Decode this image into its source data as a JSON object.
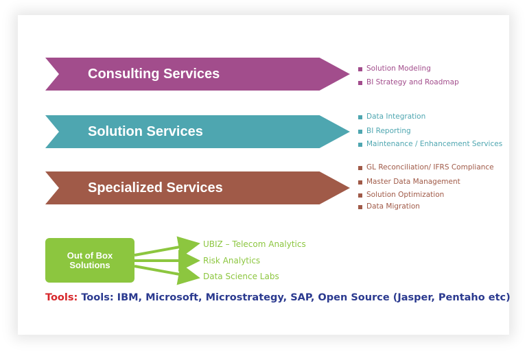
{
  "colors": {
    "consulting": "#a24d8c",
    "solution": "#4ea6b0",
    "specialized": "#a05a48",
    "out_of_box": "#8cc63f",
    "tools_prefix": "#d7262a",
    "tools_text": "#2b3a8f"
  },
  "services": [
    {
      "label": "Consulting Services",
      "items": [
        "Solution Modeling",
        "BI Strategy and Roadmap"
      ]
    },
    {
      "label": "Solution Services",
      "items": [
        "Data Integration",
        "BI Reporting",
        "Maintenance / Enhancement Services"
      ]
    },
    {
      "label": "Specialized Services",
      "items": [
        "GL Reconciliation/ IFRS Compliance",
        "Master Data Management",
        "Solution Optimization",
        "Data Migration"
      ]
    }
  ],
  "out_of_box": {
    "label": "Out of Box Solutions",
    "items": [
      "UBIZ – Telecom Analytics",
      "Risk Analytics",
      "Data Science Labs"
    ]
  },
  "tools": {
    "prefix": "Tools:",
    "text": " Tools: IBM, Microsoft, Microstrategy, SAP, Open Source (Jasper, Pentaho etc)"
  }
}
